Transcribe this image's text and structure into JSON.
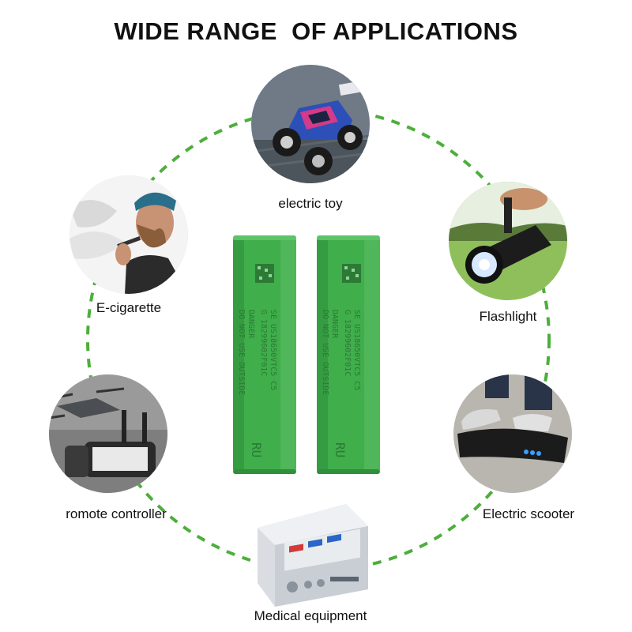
{
  "title": "WIDE RANGE  OF APPLICATIONS",
  "colors": {
    "ring": "#4caf3a",
    "battery": "#3fae4b",
    "battery_dark": "#2f8f3a",
    "battery_text": "#2c7a35"
  },
  "applications": [
    {
      "key": "toy",
      "label": "electric toy",
      "icon": "rc-car-icon"
    },
    {
      "key": "ecig",
      "label": "E-cigarette",
      "icon": "vaping-man-icon"
    },
    {
      "key": "flash",
      "label": "Flashlight",
      "icon": "flashlight-icon"
    },
    {
      "key": "remote",
      "label": "romote controller",
      "icon": "drone-remote-icon"
    },
    {
      "key": "scooter",
      "label": "Electric scooter",
      "icon": "hoverboard-icon"
    },
    {
      "key": "medical",
      "label": "Medical equipment",
      "icon": "medical-device-icon"
    }
  ],
  "batteries": [
    {
      "line1": "SE US18650VTC5 C5",
      "line2": "G 18299602F01C",
      "line3": "DANGER",
      "line4": "DO NOT USE OUTSIDE",
      "mark": "RU"
    },
    {
      "line1": "SE US18650VTC5 C5",
      "line2": "G 18299602F01C",
      "line3": "DANGER",
      "line4": "DO NOT USE OUTSIDE",
      "mark": "RU"
    }
  ]
}
